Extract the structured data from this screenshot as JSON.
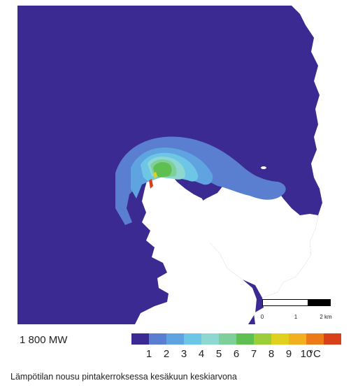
{
  "caption": {
    "power": "1 800 MW",
    "description": "Lämpötilan nousu pintakerroksessa kesäkuun keskiarvona"
  },
  "legend": {
    "colors": [
      "#3a2a92",
      "#5b7fd0",
      "#5fa4e0",
      "#6ec6e6",
      "#8fd8d2",
      "#7fcf9a",
      "#5fbf50",
      "#9bcf3a",
      "#e0d020",
      "#f0b020",
      "#ec7a18",
      "#d8401a"
    ],
    "ticks": [
      "1",
      "2",
      "3",
      "4",
      "5",
      "6",
      "7",
      "8",
      "9",
      "10"
    ],
    "unit": "°C"
  },
  "scale_bar": {
    "labels": [
      "0",
      "1",
      "2 km"
    ]
  },
  "map": {
    "sea_color": "#3a2a92",
    "land_color": "#ffffff",
    "plume_colors": [
      "#5b7fd0",
      "#5fa4e0",
      "#6ec6e6",
      "#8fd8d2",
      "#7fcf9a",
      "#5fbf50",
      "#9bcf3a",
      "#e0d020",
      "#d8401a"
    ]
  }
}
